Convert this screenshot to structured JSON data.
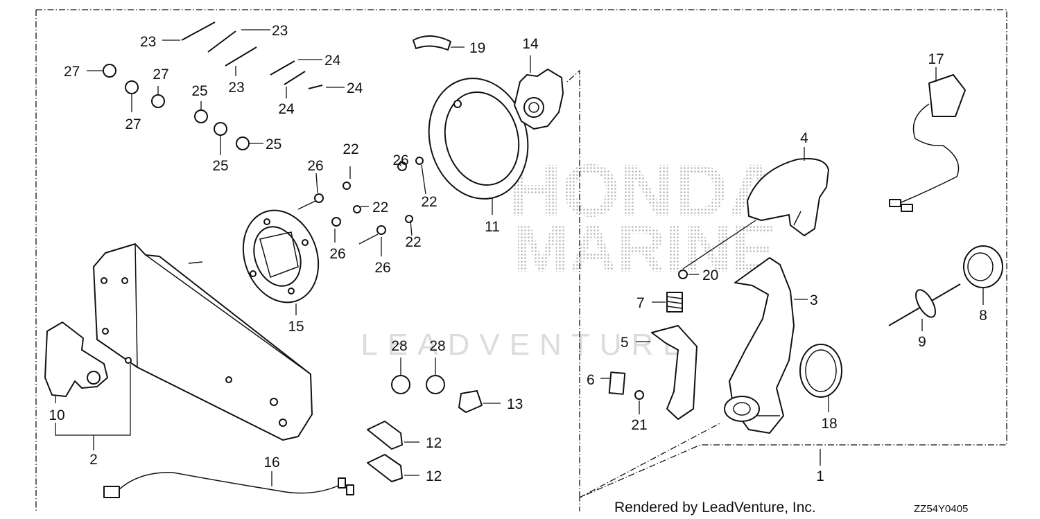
{
  "footer": {
    "credit": "Rendered by LeadVenture, Inc.",
    "diagram_code": "ZZ54Y0405"
  },
  "watermark": {
    "line1": "HONDA",
    "line2": "MARINE",
    "line3": "LEADVENTURE"
  },
  "callouts": {
    "c1": "1",
    "c2": "2",
    "c3": "3",
    "c4": "4",
    "c5": "5",
    "c6": "6",
    "c7": "7",
    "c8": "8",
    "c9": "9",
    "c10": "10",
    "c11": "11",
    "c12a": "12",
    "c12b": "12",
    "c13": "13",
    "c14": "14",
    "c15": "15",
    "c16": "16",
    "c17": "17",
    "c18": "18",
    "c19": "19",
    "c20": "20",
    "c21": "21",
    "c22a": "22",
    "c22b": "22",
    "c22c": "22",
    "c22d": "22",
    "c23a": "23",
    "c23b": "23",
    "c23c": "23",
    "c24a": "24",
    "c24b": "24",
    "c24c": "24",
    "c25a": "25",
    "c25b": "25",
    "c25c": "25",
    "c26a": "26",
    "c26b": "26",
    "c26c": "26",
    "c26d": "26",
    "c27a": "27",
    "c27b": "27",
    "c27c": "27",
    "c28a": "28",
    "c28b": "28"
  }
}
